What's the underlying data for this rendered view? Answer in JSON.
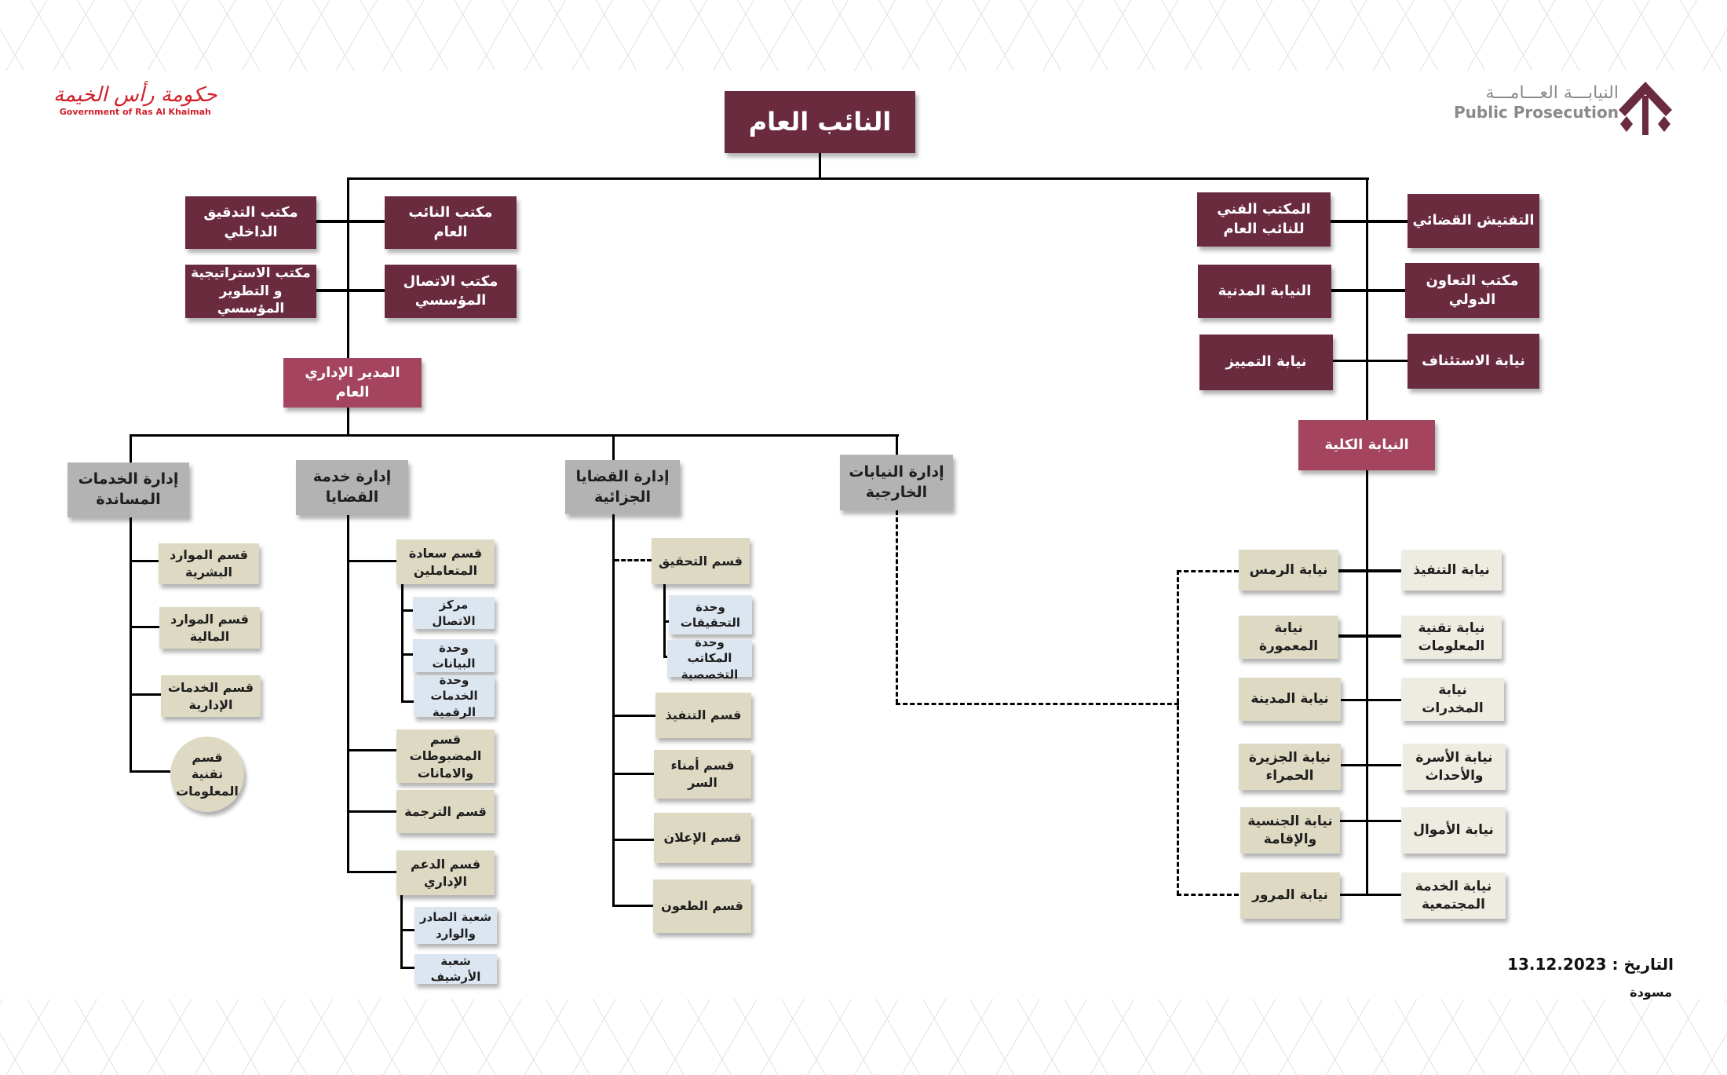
{
  "header": {
    "gov_logo_ar": "حكومة رأس الخيمة",
    "gov_logo_en": "Government of Ras Al Khaimah",
    "pp_logo_ar": "النيابـــة العـــامـــة",
    "pp_logo_en": "Public Prosecution"
  },
  "chart": {
    "top": "النائب العام",
    "left_offices": [
      "مكتب التدقيق الداخلي",
      "مكتب النائب العام",
      "مكتب الاستراتيجية و التطوير المؤسسي",
      "مكتب الاتصال المؤسسي"
    ],
    "admin_director": "المدير الإداري العام",
    "departments": [
      "إدارة الخدمات المساندة",
      "إدارة خدمة القضايا",
      "إدارة القضايا الجزائية",
      "إدارة النيابات الخارجية"
    ],
    "support_sections": [
      "قسم الموارد البشرية",
      "قسم الموارد المالية",
      "قسم الخدمات الإدارية",
      "قسم تقنية المعلومات"
    ],
    "case_service": {
      "customer_happiness": "قسم سعادة المتعاملين",
      "customer_units": [
        "مركز الاتصال",
        "وحدة البيانات",
        "وحدة الخدمات الرقمية"
      ],
      "seized_items": "قسم المضبوطات والامانات",
      "translation": "قسم الترجمة",
      "admin_support": "قسم الدعم الإداري",
      "admin_units": [
        "شعبة الصادر والوارد",
        "شعبة الأرشيف"
      ]
    },
    "criminal": {
      "investigation": "قسم التحقيق",
      "investigation_units": [
        "وحدة التحقيقات",
        "وحدة المكاتب التخصصية"
      ],
      "sections": [
        "قسم التنفيذ",
        "قسم أمناء السر",
        "قسم الإعلان",
        "قسم الطعون"
      ]
    },
    "right_offices": [
      "المكتب الفني للنائب العام",
      "التفتيش القضائي",
      "النيابة المدنية",
      "مكتب التعاون الدولي",
      "نيابة التمييز",
      "نيابة الاستئناف"
    ],
    "total_prosecution": "النيابة الكلية",
    "external_prosecutions": [
      "نيابة الرمس",
      "نيابة المعمورة",
      "نيابة المدينة",
      "نيابة الجزيرة الحمراء",
      "نيابة الجنسية والإقامة",
      "نيابة المرور"
    ],
    "specialized_prosecutions": [
      "نيابة التنفيذ",
      "نيابة تقنية المعلومات",
      "نيابة المخدرات",
      "نيابة الأسرة والأحداث",
      "نيابة الأموال",
      "نيابة الخدمة المجتمعية"
    ]
  },
  "footer": {
    "date_label": "التاريخ : 13.12.2023",
    "status": "مسودة"
  },
  "colors": {
    "primary": "#6a2b3f",
    "secondary": "#a4445f",
    "department": "#b3b3b3",
    "section": "#ddd9c3",
    "unit": "#dce6f1",
    "specialized": "#eeece1"
  }
}
